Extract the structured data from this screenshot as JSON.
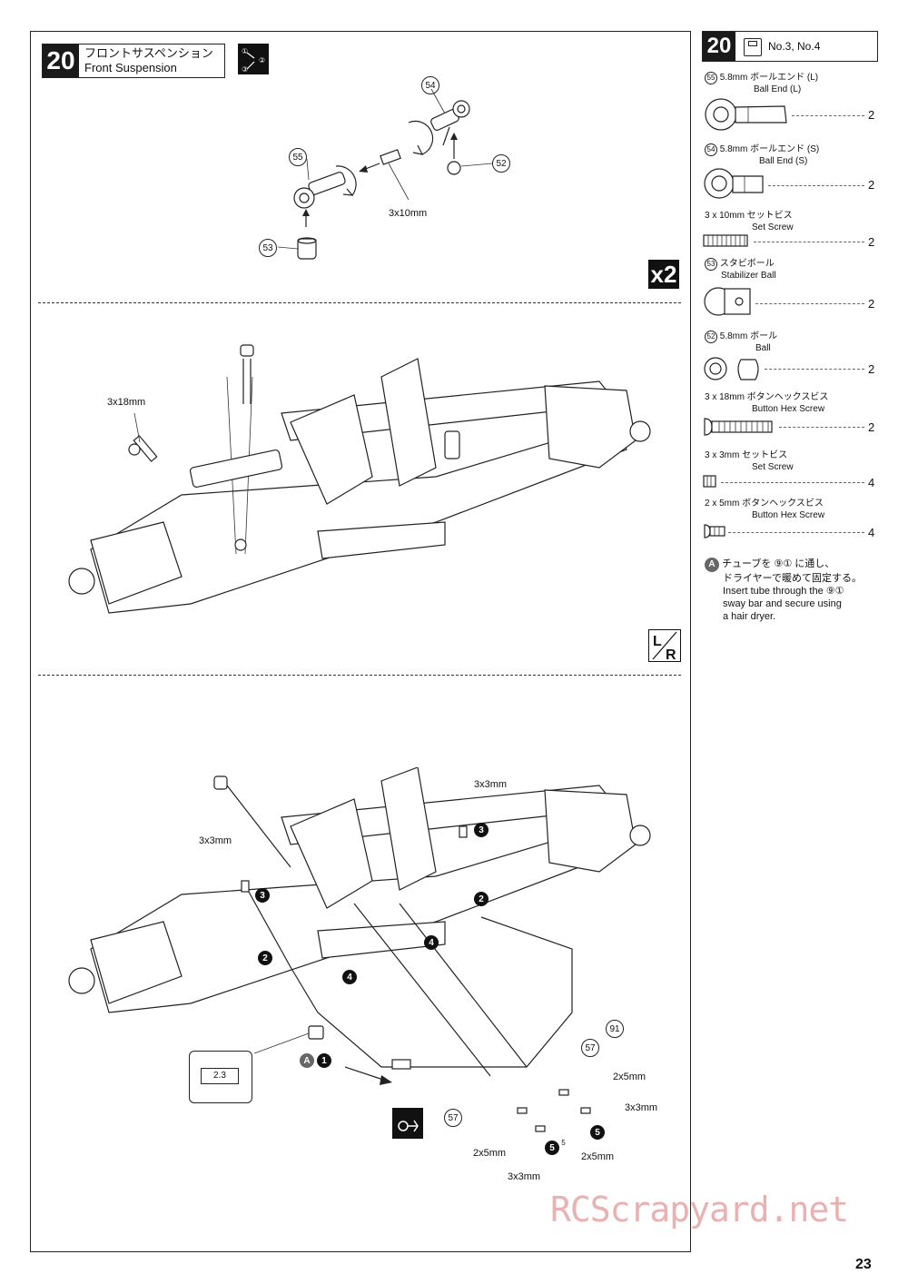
{
  "step": {
    "number": "20",
    "title_jp": "フロントサスペンション",
    "title_en": "Front Suspension",
    "multiplier": "x2",
    "lr_mark": "L/R"
  },
  "step_icon_labels": [
    "①",
    "②",
    "③"
  ],
  "section1": {
    "labels": {
      "p54": "54",
      "p55": "55",
      "p52": "52",
      "p53": "53",
      "screw": "3x10mm"
    }
  },
  "section2": {
    "labels": {
      "screw": "3x18mm"
    }
  },
  "section3": {
    "labels": {
      "screw_a": "3x3mm",
      "screw_b": "3x3mm",
      "screw_c": "3x3mm",
      "screw_d": "3x3mm",
      "screw_e": "2x5mm",
      "screw_f": "2x5mm",
      "screw_g": "2x5mm",
      "p91": "91",
      "p57a": "57",
      "p57b": "57",
      "ref": "2.3",
      "markA": "A",
      "n1": "1",
      "n2a": "2",
      "n2b": "2",
      "n3a": "3",
      "n3b": "3",
      "n4a": "4",
      "n4b": "4",
      "n5a": "5",
      "n5b": "5",
      "n5c": "5"
    }
  },
  "parts_header": {
    "step": "20",
    "bag": "No.3, No.4"
  },
  "parts": [
    {
      "num": "55",
      "jp": "5.8mm ボールエンド (L)",
      "en": "Ball End (L)",
      "qty": "2"
    },
    {
      "num": "54",
      "jp": "5.8mm ボールエンド (S)",
      "en": "Ball End (S)",
      "qty": "2"
    },
    {
      "num": "",
      "jp": "3 x 10mm セットビス",
      "en": "Set Screw",
      "qty": "2"
    },
    {
      "num": "53",
      "jp": "スタビボール",
      "en": "Stabilizer Ball",
      "qty": "2"
    },
    {
      "num": "52",
      "jp": "5.8mm ボール",
      "en": "Ball",
      "qty": "2"
    },
    {
      "num": "",
      "jp": "3 x 18mm ボタンヘックスビス",
      "en": "Button Hex Screw",
      "qty": "2"
    },
    {
      "num": "",
      "jp": "3 x 3mm セットビス",
      "en": "Set Screw",
      "qty": "4"
    },
    {
      "num": "",
      "jp": "2 x 5mm ボタンヘックスビス",
      "en": "Button Hex Screw",
      "qty": "4"
    }
  ],
  "note": {
    "mark": "A",
    "jp_line1": "チューブを ⑨① に通し、",
    "jp_line2": "ドライヤーで暖めて固定する。",
    "en_line1": "Insert tube through the ⑨①",
    "en_line2": "sway bar and secure using",
    "en_line3": "a hair dryer."
  },
  "watermark": "RCScrapyard.net",
  "page_number": "23"
}
